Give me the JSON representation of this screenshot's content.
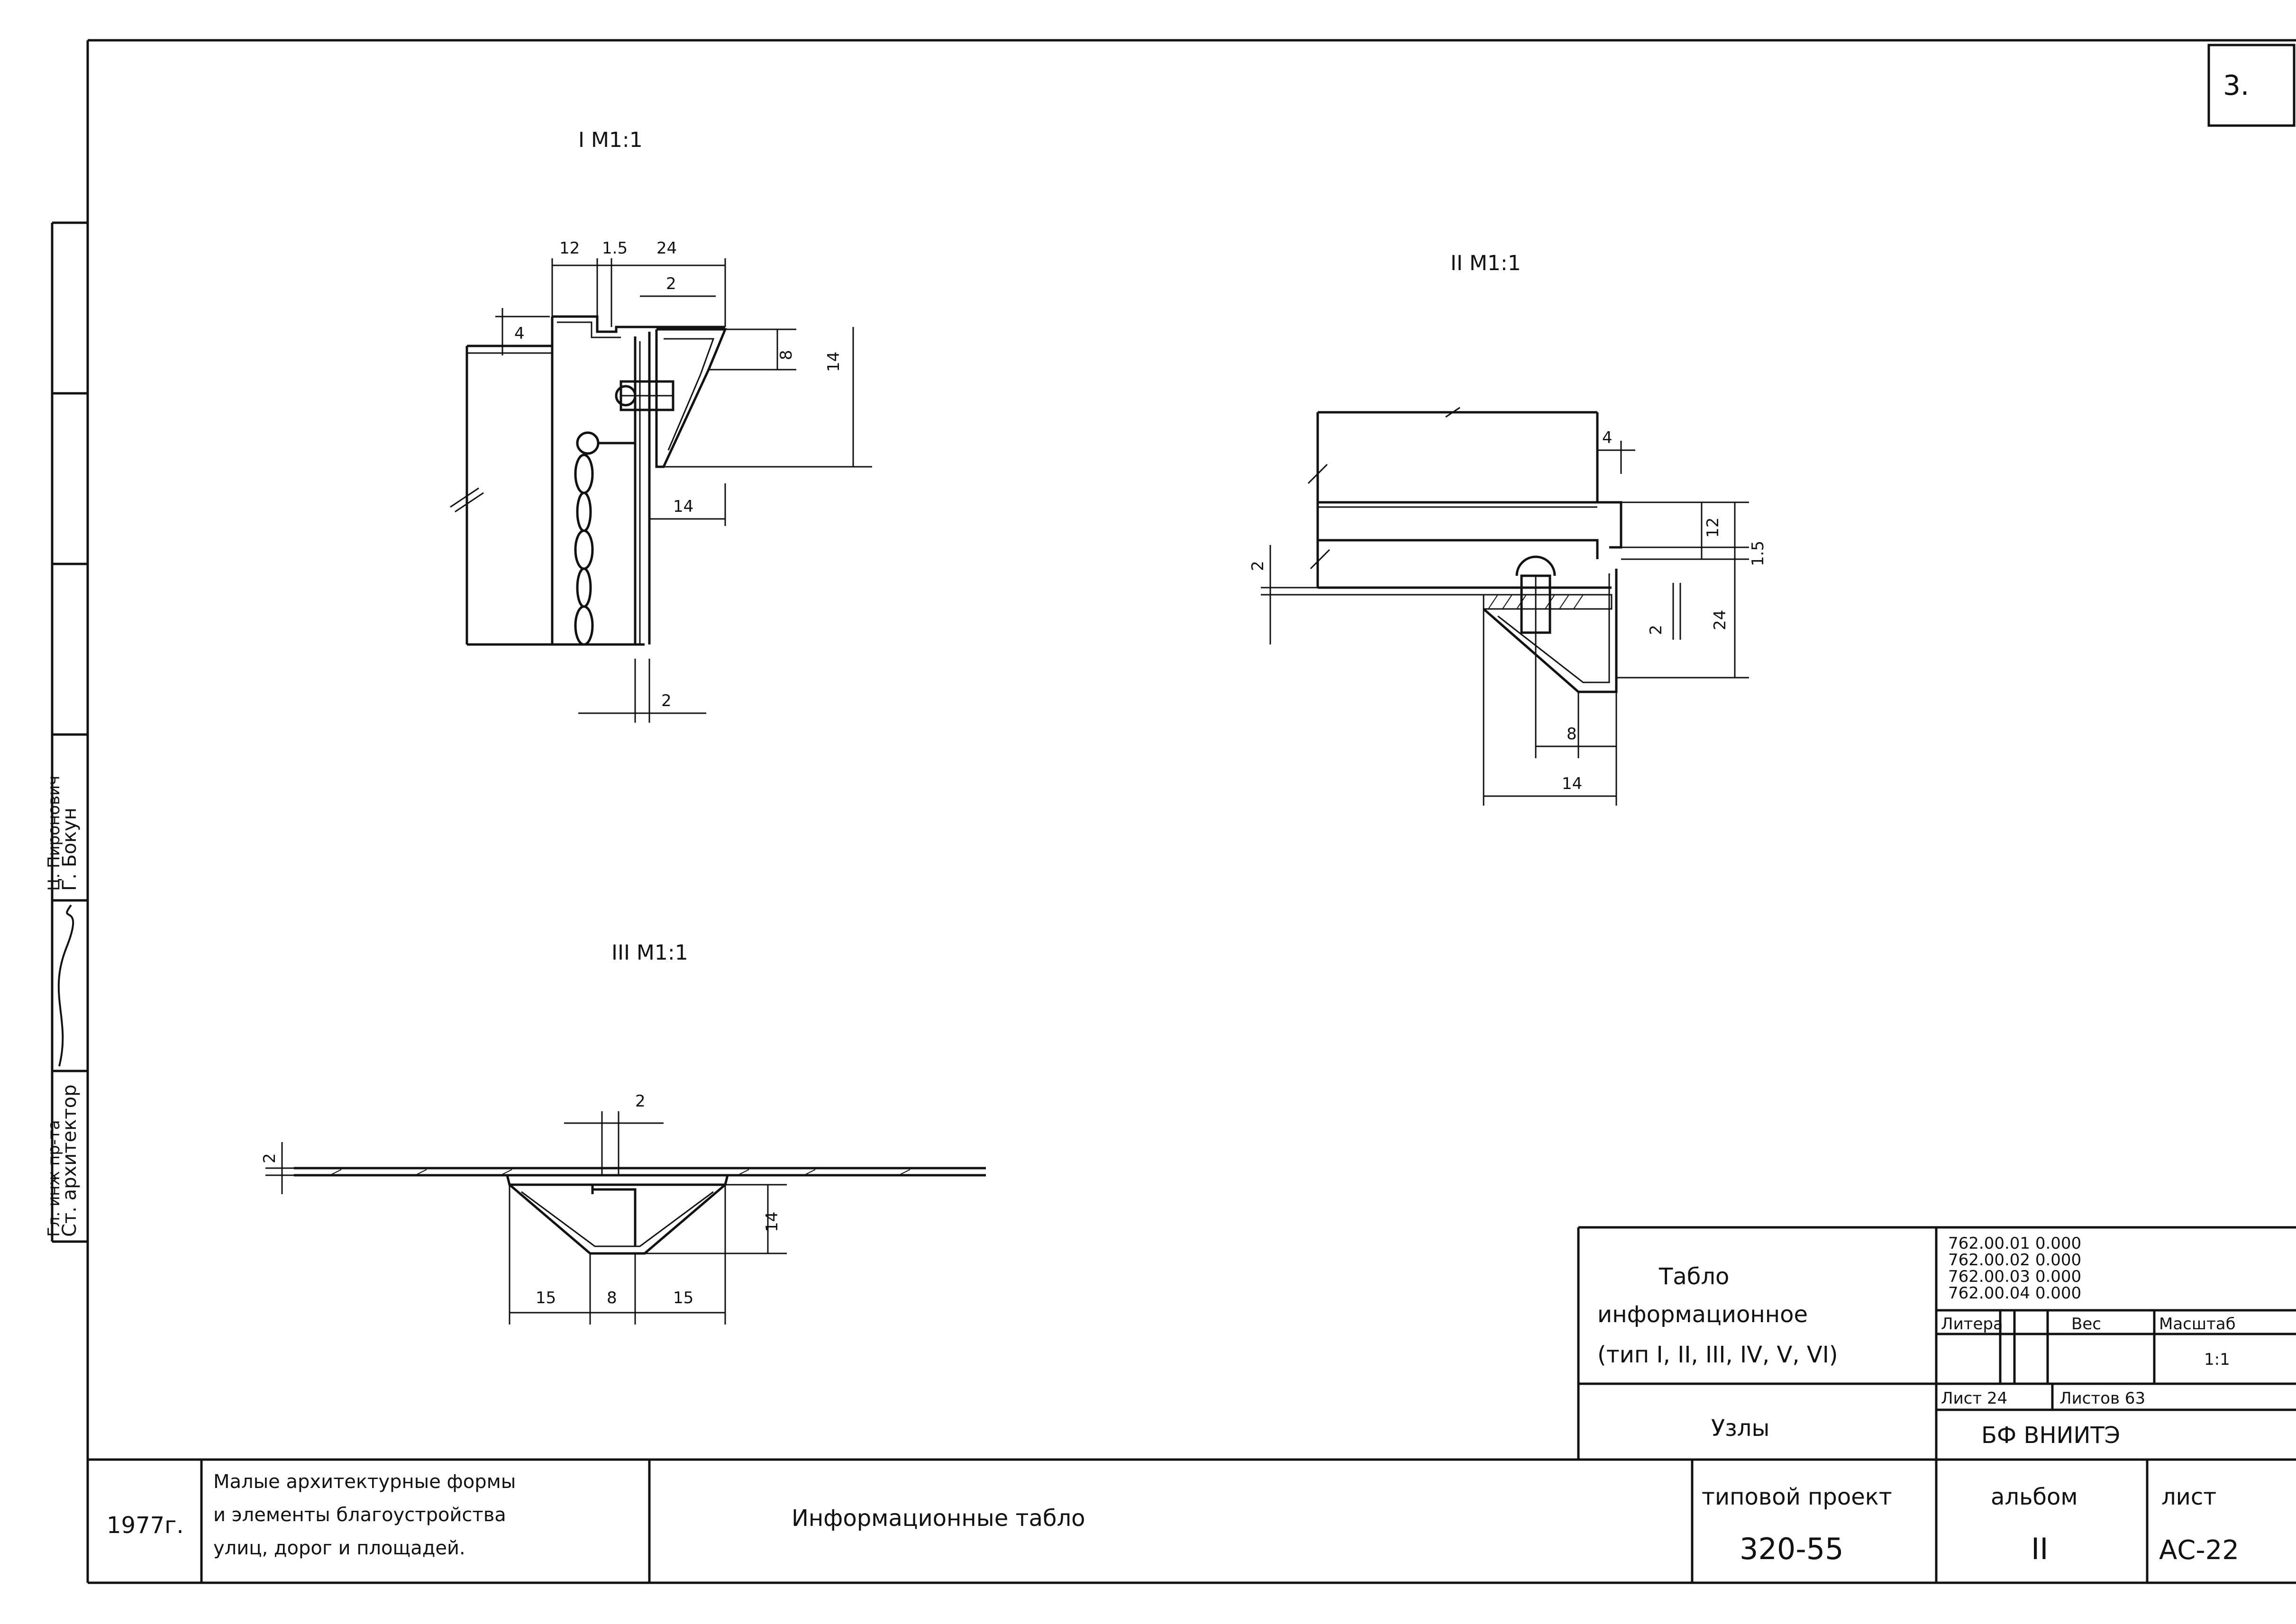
{
  "sheet_mark": "3.",
  "details": {
    "I": {
      "label": "I  М1:1",
      "dims": [
        "12",
        "1.5",
        "24",
        "2",
        "4",
        "8",
        "14",
        "14",
        "2"
      ]
    },
    "II": {
      "label": "II  М1:1",
      "dims": [
        "4",
        "12",
        "1.5",
        "2",
        "2",
        "24",
        "8",
        "14"
      ]
    },
    "III": {
      "label": "III  М1:1",
      "dims": [
        "2",
        "2",
        "14",
        "15",
        "8",
        "15"
      ]
    }
  },
  "left_stamp": {
    "role": "Ст. архитектор",
    "role2": "Гл. инж пр-та",
    "names": [
      "Г. Бокун",
      "Ц. Пиронович"
    ]
  },
  "title_block": {
    "name_line1": "Табло",
    "name_line2": "информационное",
    "name_line3": "(тип I, II, III, IV, V, VI)",
    "sheet_title": "Узлы",
    "codes": [
      "762.00.01 0.000",
      "762.00.02 0.000",
      "762.00.03 0.000",
      "762.00.04 0.000"
    ],
    "litera_label": "Литера",
    "ves_label": "Вес",
    "masshtab_label": "Масштаб",
    "masshtab_value": "1:1",
    "list_label": "Лист 24",
    "listov_label": "Листов 63",
    "org": "БФ ВНИИТЭ"
  },
  "bottom_strip": {
    "year": "1977г.",
    "series_line1": "Малые архитектурные формы",
    "series_line2": "и элементы благоустройства",
    "series_line3": "улиц, дорог и площадей.",
    "subject": "Информационные табло",
    "project_label": "типовой проект",
    "project_value": "320-55",
    "album_label": "альбом",
    "album_value": "II",
    "sheet_label": "лист",
    "sheet_value": "АС-22"
  }
}
